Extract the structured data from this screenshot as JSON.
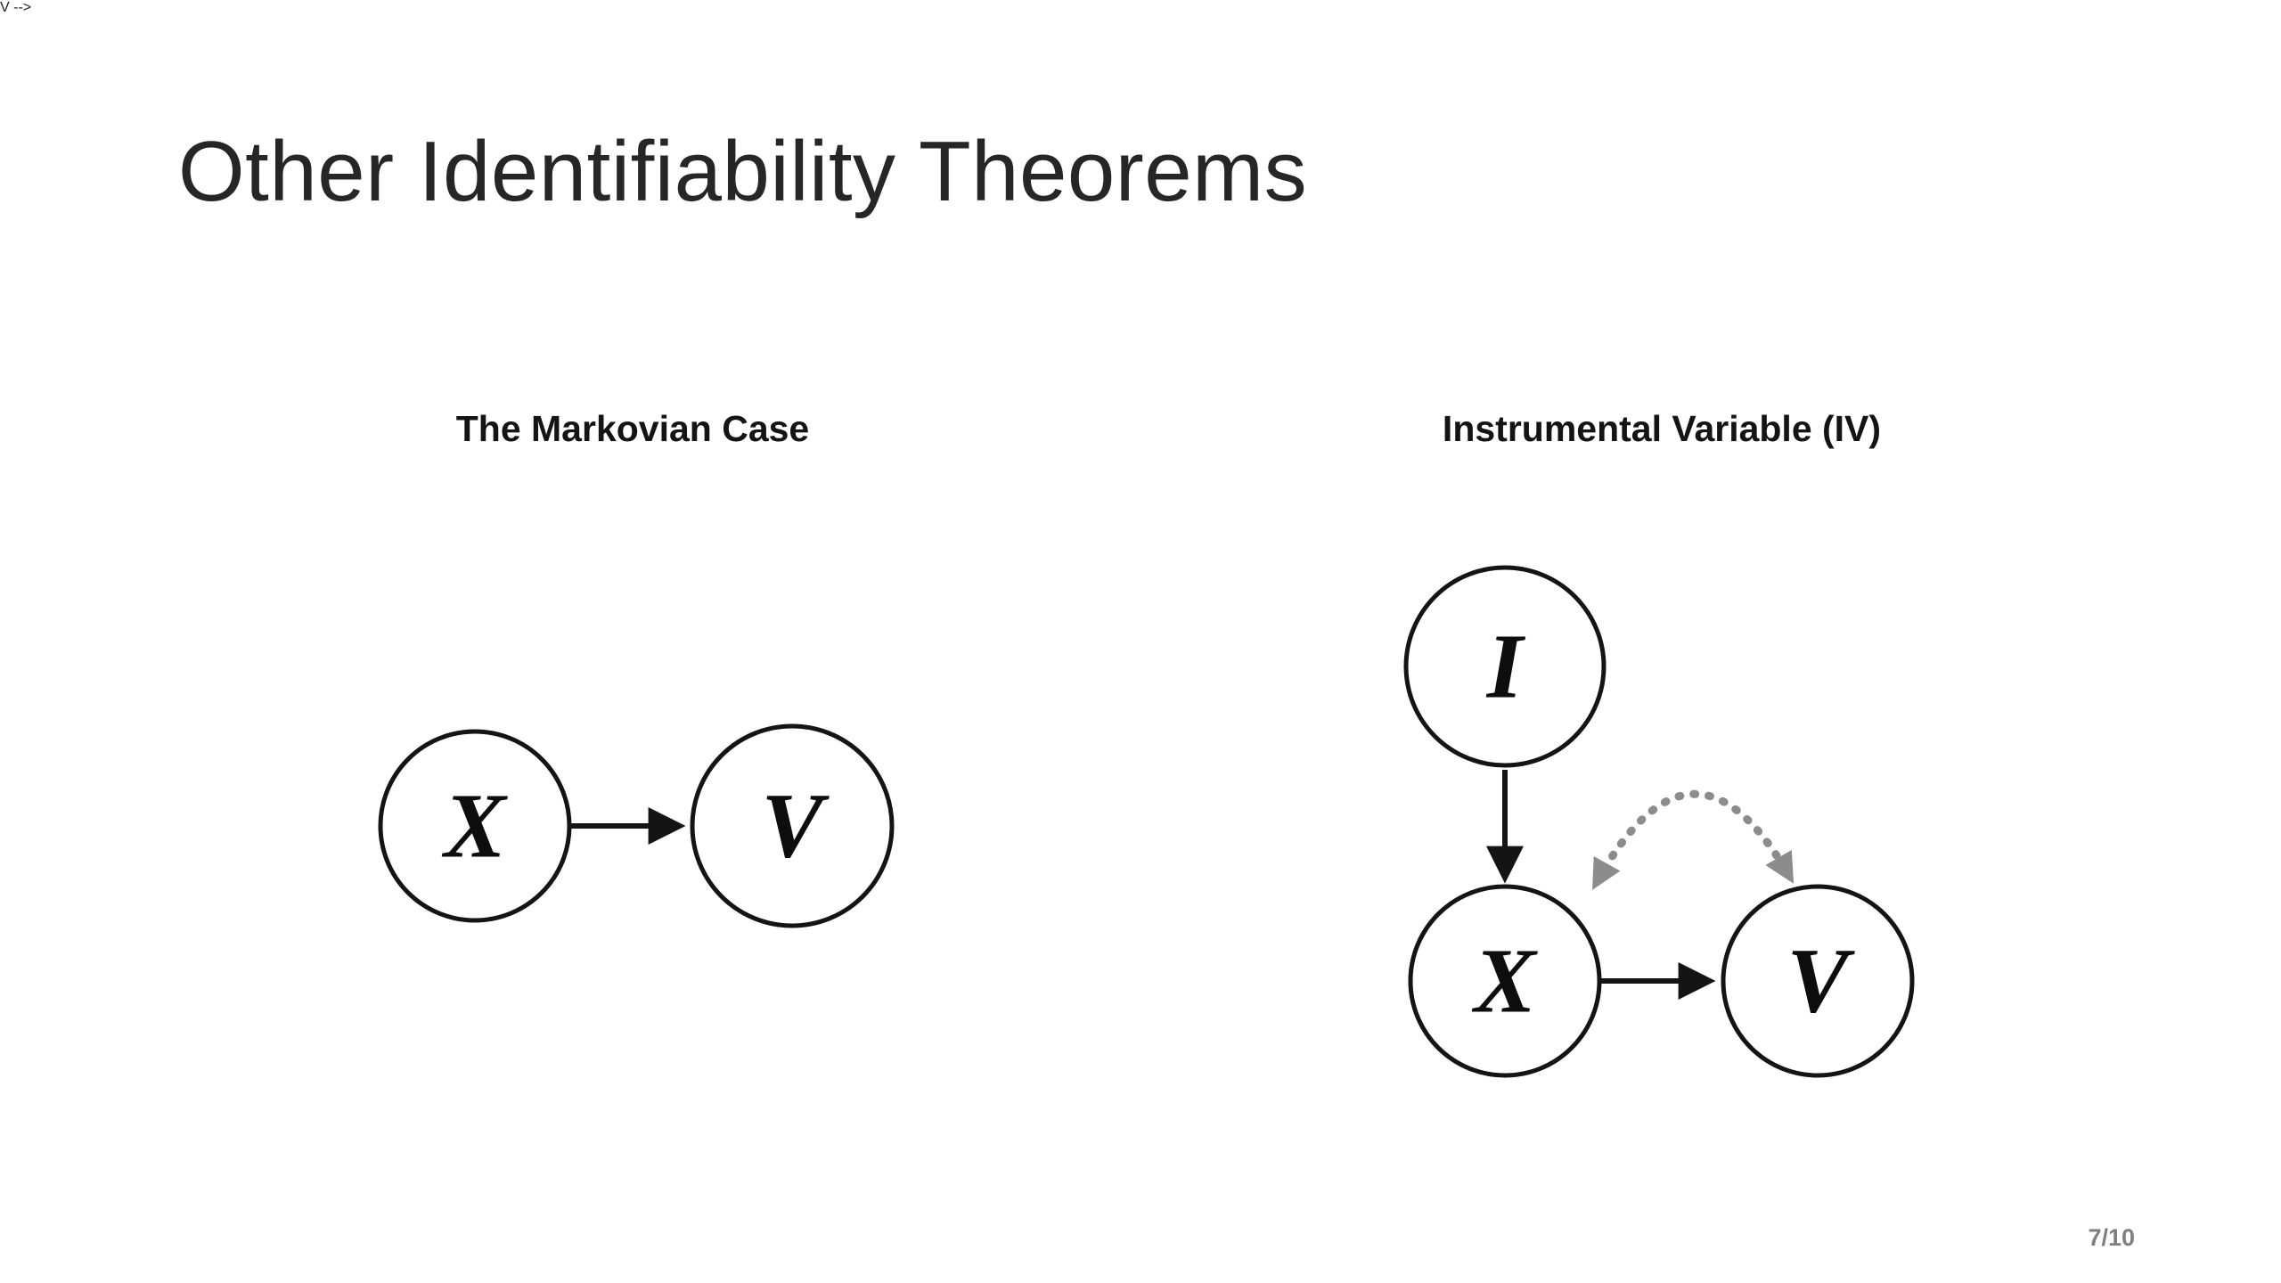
{
  "slide": {
    "title": "Other Identifiability Theorems",
    "page_number": "7/10"
  },
  "sections": {
    "markovian": {
      "heading": "The Markovian Case",
      "nodes": {
        "x": "X",
        "v": "V"
      },
      "edges": [
        "X -> V"
      ]
    },
    "iv": {
      "heading": "Instrumental Variable (IV)",
      "nodes": {
        "i": "I",
        "x": "X",
        "v": "V"
      },
      "edges": [
        "I -> X",
        "X -> V",
        "X <--> V (dashed, latent confounder)"
      ]
    }
  },
  "colors": {
    "background": "#ffffff",
    "title_text": "#262626",
    "heading_text": "#141414",
    "node_stroke": "#141414",
    "node_label": "#0d0d0d",
    "edge": "#141414",
    "confounder_arc": "#8c8c8c",
    "page_number": "#7f7f7f"
  }
}
